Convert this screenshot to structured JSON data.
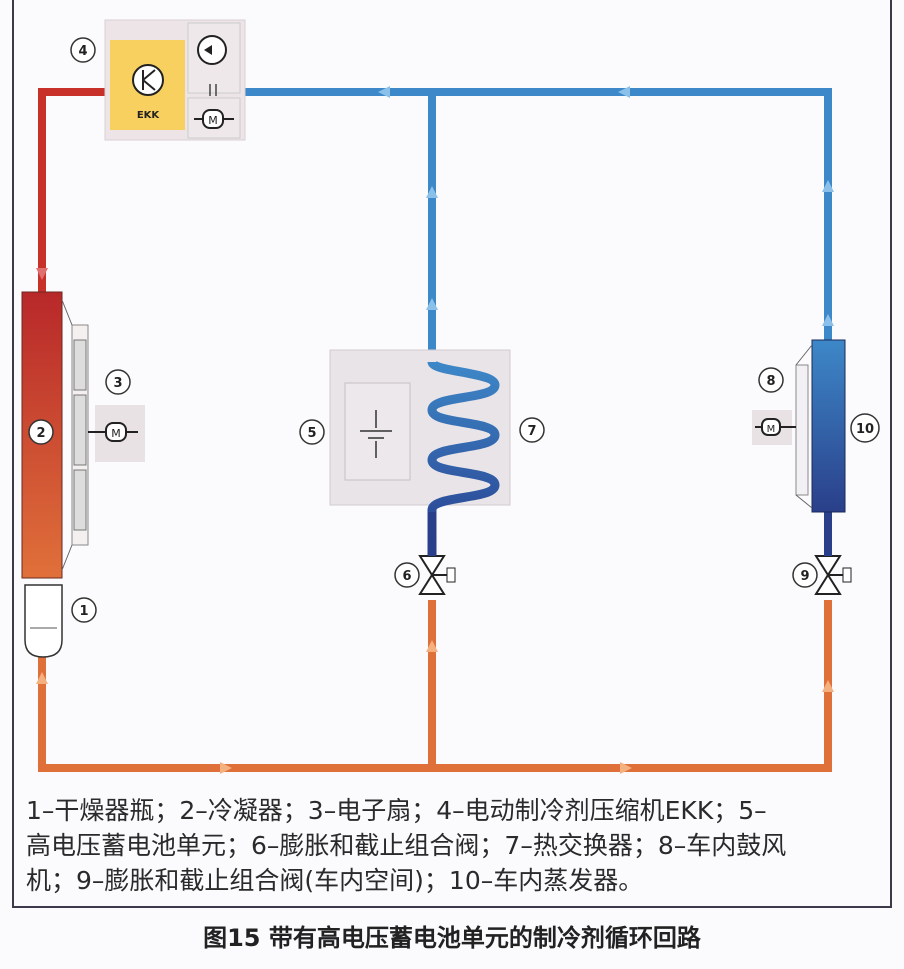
{
  "diagram": {
    "labels": [
      "1",
      "2",
      "3",
      "4",
      "5",
      "6",
      "7",
      "8",
      "9",
      "10"
    ],
    "compressor_text": "EKK",
    "motor_symbol": "M",
    "colors": {
      "hot": "#c8302a",
      "warm": "#e0703a",
      "cold": "#3d88c8",
      "dark_blue": "#2a4a9a"
    }
  },
  "legend": {
    "lines": [
      "1–干燥器瓶；2–冷凝器；3–电子扇；4–电动制冷剂压缩机EKK；5–",
      "高电压蓄电池单元；6–膨胀和截止组合阀；7–热交换器；8–车内鼓风",
      "机；9–膨胀和截止组合阀(车内空间)；10–车内蒸发器。"
    ]
  },
  "caption": "图15 带有高电压蓄电池单元的制冷剂循环回路"
}
